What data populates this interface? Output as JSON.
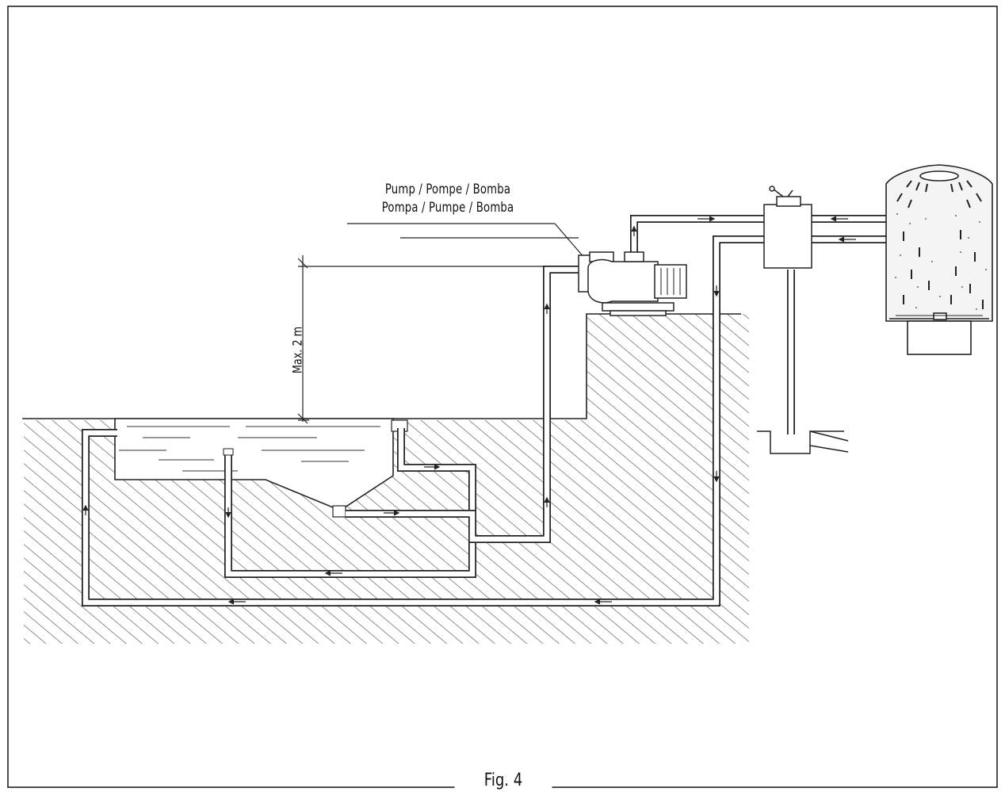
{
  "diagram": {
    "pump_label_line1": "Pump / Pompe / Bomba",
    "pump_label_line2": "Pompa / Pumpe / Bomba",
    "height_label": "Max. 2 m",
    "figure_caption": "Fig. 4"
  },
  "colors": {
    "line": "#222222",
    "hatch": "#444444",
    "background": "#ffffff"
  }
}
